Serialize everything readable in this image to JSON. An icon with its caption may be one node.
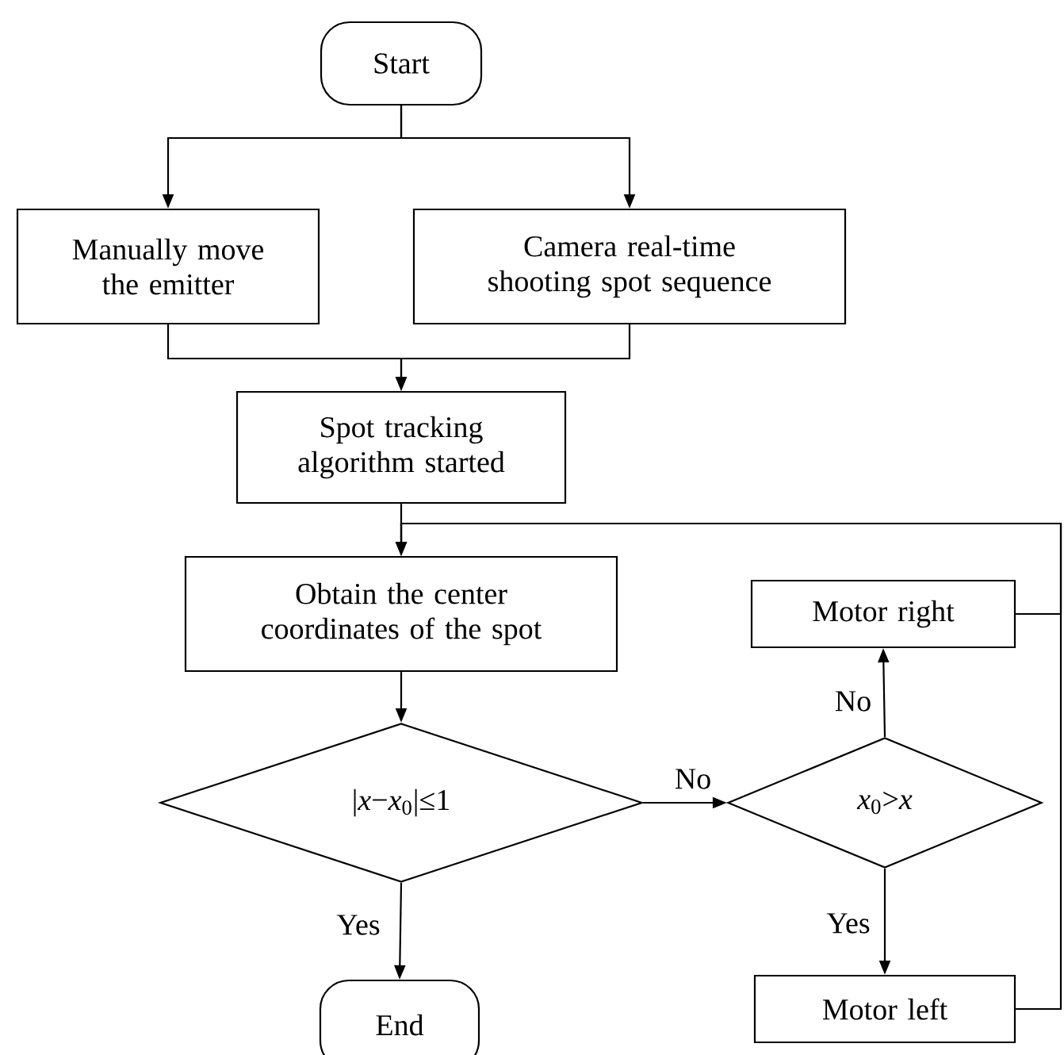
{
  "diagram": {
    "nodes": [
      {
        "text": [
          "Start"
        ]
      },
      {
        "text": [
          "Manually move the emitter"
        ]
      },
      {
        "text": [
          "Camera real-time shooting spot sequence"
        ]
      },
      {
        "text": [
          "Spot tracking algorithm started"
        ]
      },
      {
        "text": [
          "Obtain the center coordinates of the spot"
        ]
      },
      {
        "text": [
          "|*x*−*x*$_{0}$|≤1"
        ]
      },
      {
        "text": [
          "*x*$_{0}$>*x*"
        ]
      },
      {
        "text": [
          "Motor right"
        ]
      },
      {
        "text": [
          "Motor left"
        ]
      },
      {
        "text": [
          "End"
        ]
      }
    ],
    "edges": [
      {
        "from": 0,
        "to": 1,
        "arrow": "to"
      },
      {
        "from": 0,
        "to": 2,
        "arrow": "to"
      },
      {
        "from": 1,
        "to": 3,
        "arrow": "to"
      },
      {
        "from": 2,
        "to": 3,
        "arrow": "to"
      },
      {
        "from": 3,
        "to": 4,
        "arrow": "to"
      },
      {
        "from": 4,
        "to": 5,
        "arrow": "to"
      },
      {
        "from": 5,
        "to": 6,
        "arrow": "to",
        "label": "No"
      },
      {
        "from": 5,
        "to": 9,
        "arrow": "to",
        "label": "Yes"
      },
      {
        "from": 6,
        "to": 7,
        "arrow": "to",
        "label": "No"
      },
      {
        "from": 6,
        "to": 8,
        "arrow": "to",
        "label": "Yes"
      },
      {
        "from": 7,
        "to": 4,
        "arrow": "to"
      },
      {
        "from": 8,
        "to": 4,
        "arrow": "to"
      }
    ]
  }
}
